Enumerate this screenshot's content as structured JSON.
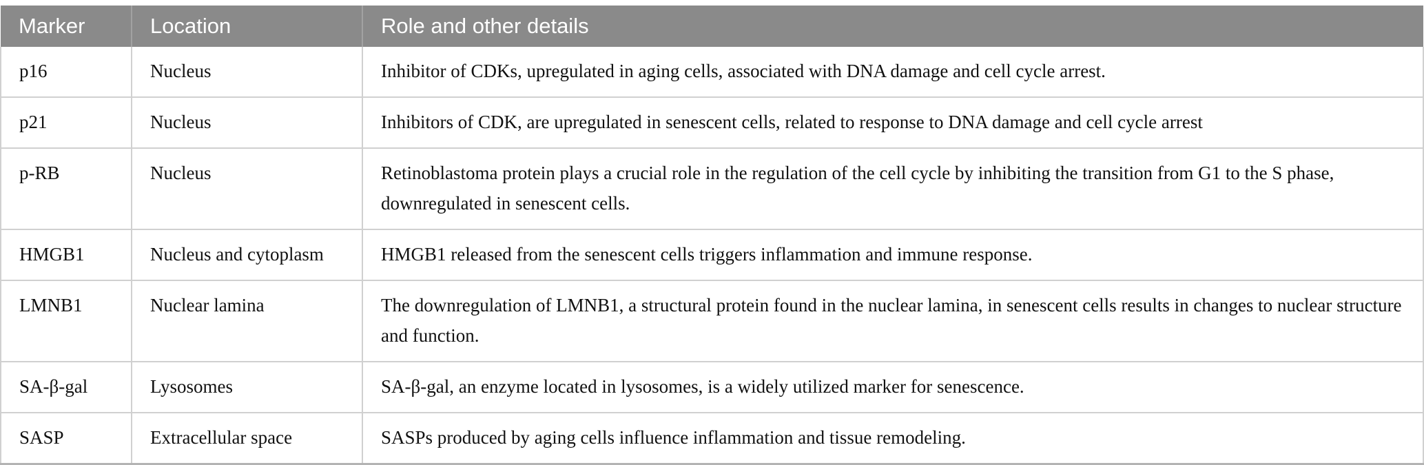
{
  "table": {
    "columns": [
      {
        "label": "Marker"
      },
      {
        "label": "Location"
      },
      {
        "label": "Role and other details"
      }
    ],
    "rows": [
      {
        "marker": "p16",
        "location": "Nucleus",
        "role": "Inhibitor of CDKs, upregulated in aging cells, associated with DNA damage and cell cycle arrest."
      },
      {
        "marker": "p21",
        "location": "Nucleus",
        "role": "Inhibitors of CDK, are upregulated in senescent cells, related to response to DNA damage and cell cycle arrest"
      },
      {
        "marker": "p-RB",
        "location": "Nucleus",
        "role": "Retinoblastoma protein plays a crucial role in the regulation of the cell cycle by inhibiting the transition from G1 to the S phase, downregulated in senescent cells."
      },
      {
        "marker": "HMGB1",
        "location": "Nucleus and cytoplasm",
        "role": "HMGB1 released from the senescent cells triggers inflammation and immune response."
      },
      {
        "marker": "LMNB1",
        "location": "Nuclear lamina",
        "role": "The downregulation of LMNB1, a structural protein found in the nuclear lamina, in senescent cells results in changes to nuclear structure and function."
      },
      {
        "marker": "SA-β-gal",
        "location": "Lysosomes",
        "role": "SA-β-gal, an enzyme located in lysosomes, is a widely utilized marker for senescence."
      },
      {
        "marker": "SASP",
        "location": "Extracellular space",
        "role": "SASPs produced by aging cells influence inflammation and tissue remodeling."
      }
    ],
    "colors": {
      "header_bg": "#8a8a8a",
      "header_text": "#ffffff",
      "body_text": "#111111",
      "grid_line": "#d0d0d0",
      "bottom_border": "#b3b3b3"
    }
  }
}
